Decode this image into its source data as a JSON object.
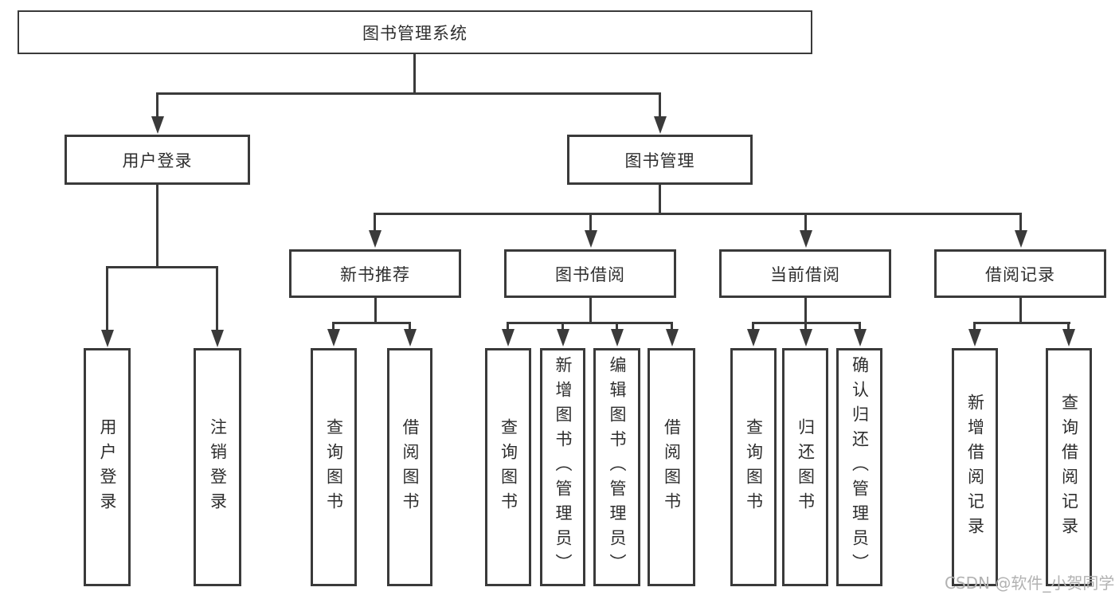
{
  "colors": {
    "line": "#3a3a3a",
    "box-border": "#3a3a3a",
    "text": "#2e2e2e",
    "watermark": "#b2b2b2",
    "bg": "#ffffff"
  },
  "watermark": "CSDN @软件_小贺同学",
  "tree": {
    "root": {
      "label": "图书管理系统",
      "children": [
        {
          "label": "用户登录",
          "children": [
            {
              "label": "用户登录"
            },
            {
              "label": "注销登录"
            }
          ]
        },
        {
          "label": "图书管理",
          "children": [
            {
              "label": "新书推荐",
              "children": [
                {
                  "label": "查询图书"
                },
                {
                  "label": "借阅图书"
                }
              ]
            },
            {
              "label": "图书借阅",
              "children": [
                {
                  "label": "查询图书"
                },
                {
                  "label": "新增图书（管理员）"
                },
                {
                  "label": "编辑图书（管理员）"
                },
                {
                  "label": "借阅图书"
                }
              ]
            },
            {
              "label": "当前借阅",
              "children": [
                {
                  "label": "查询图书"
                },
                {
                  "label": "归还图书"
                },
                {
                  "label": "确认归还（管理员）"
                }
              ]
            },
            {
              "label": "借阅记录",
              "children": [
                {
                  "label": "新增借阅记录"
                },
                {
                  "label": "查询借阅记录"
                }
              ]
            }
          ]
        }
      ]
    }
  }
}
